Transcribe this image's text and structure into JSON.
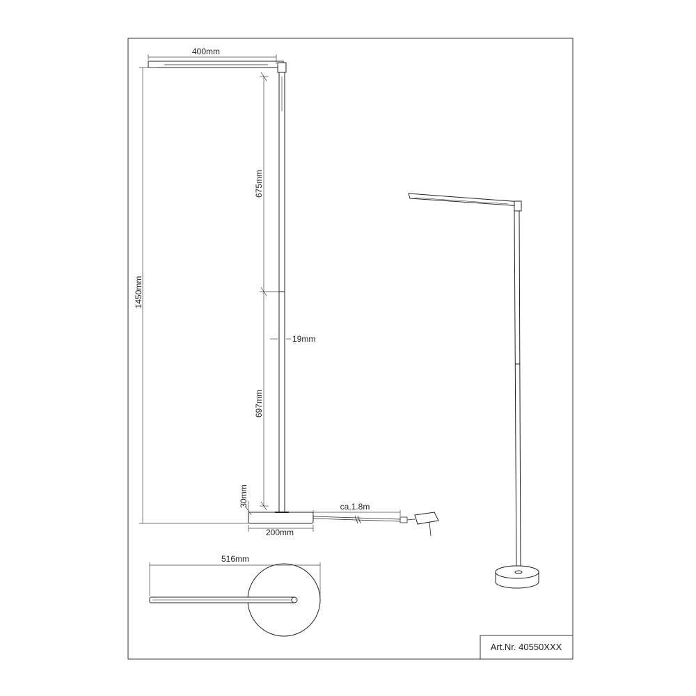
{
  "dimensions": {
    "arm_width": "400mm",
    "total_height": "1450mm",
    "upper_pole": "675mm",
    "lower_pole": "697mm",
    "pole_diameter": "19mm",
    "base_height": "30mm",
    "base_width": "200mm",
    "cable_length": "ca.1.8m",
    "top_view_length": "516mm"
  },
  "article": {
    "number": "Art.Nr. 40550XXX"
  },
  "colors": {
    "line": "#222222",
    "dim_line": "#444444",
    "border": "#333333"
  }
}
